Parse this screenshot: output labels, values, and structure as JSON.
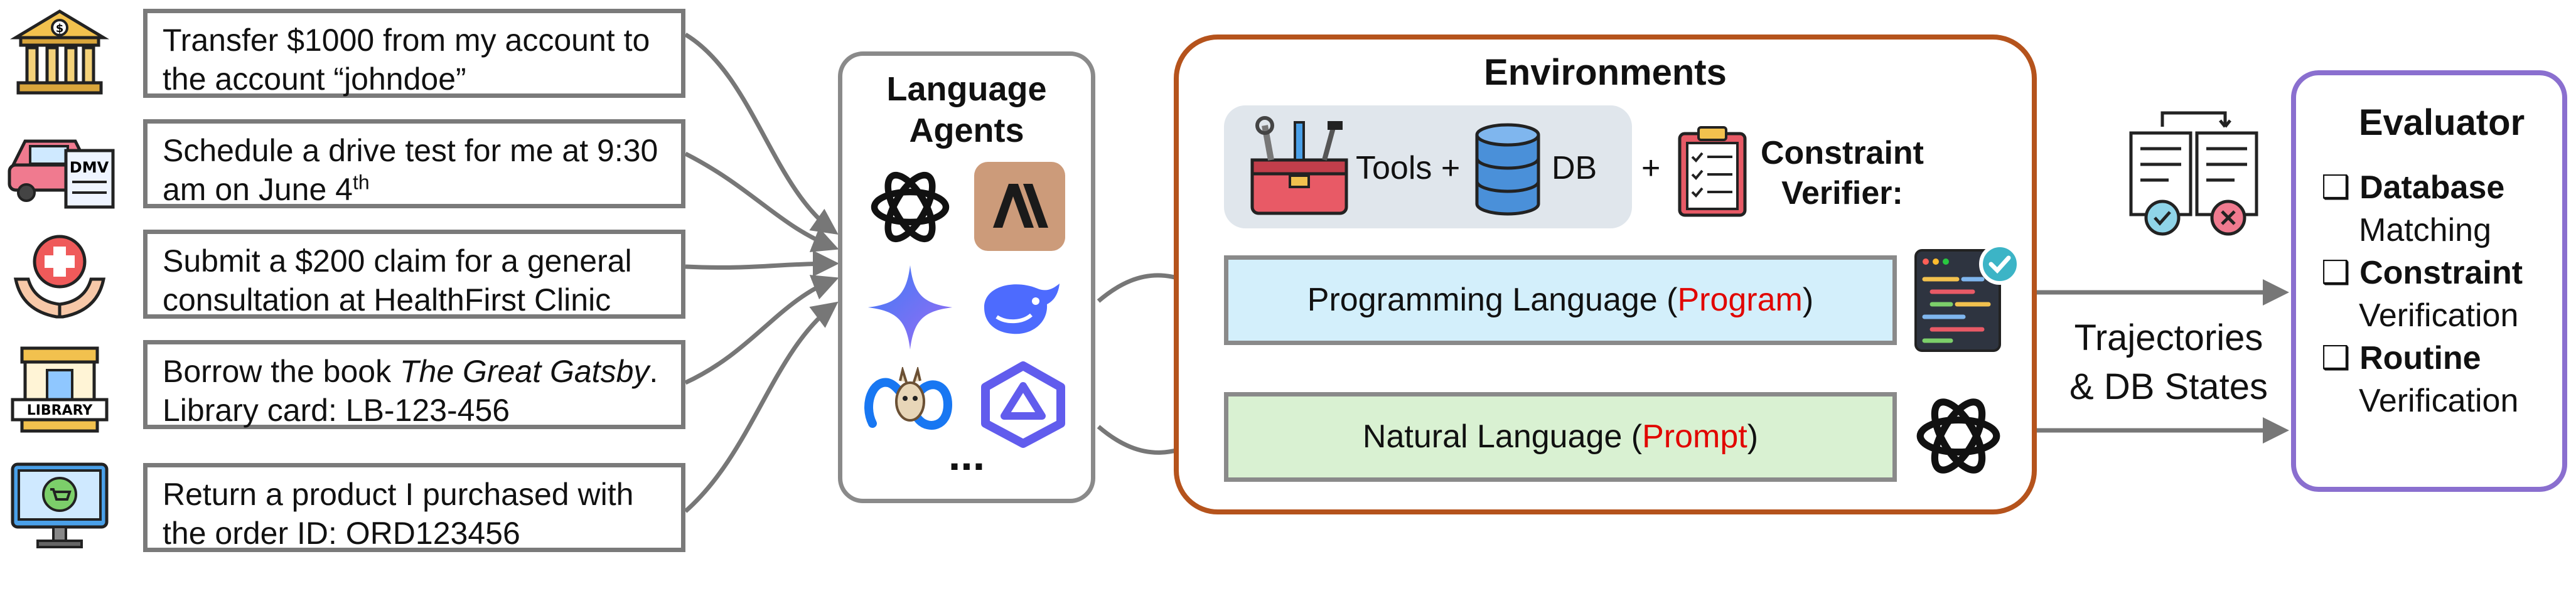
{
  "requests": [
    {
      "id": "bank",
      "icon": "bank-icon",
      "line1": "Transfer $1000 from my account to",
      "line2": "the account “johndoe”"
    },
    {
      "id": "dmv",
      "icon": "car-dmv-icon",
      "line1": "Schedule a drive test for me at 9:30",
      "line2_pre": "am on June 4",
      "line2_sup": "th",
      "icon_text": "DMV"
    },
    {
      "id": "health",
      "icon": "health-care-icon",
      "line1": "Submit a $200 claim for a general",
      "line2": "consultation at HealthFirst Clinic"
    },
    {
      "id": "library",
      "icon": "library-icon",
      "line1_pre": "Borrow the book ",
      "line1_em": "The Great Gatsby",
      "line1_post": ".",
      "line2": "Library card: LB-123-456",
      "icon_text": "LIBRARY"
    },
    {
      "id": "shop",
      "icon": "online-shop-icon",
      "line1": "Return a product I purchased with",
      "line2": "the order ID: ORD123456"
    }
  ],
  "agents": {
    "title_line1": "Language",
    "title_line2": "Agents",
    "logos": [
      "openai-logo-icon",
      "anthropic-logo-icon",
      "gemini-logo-icon",
      "deepseek-logo-icon",
      "meta-llama-logo-icon",
      "qwen-logo-icon"
    ],
    "ellipsis": "..."
  },
  "environments": {
    "title": "Environments",
    "tools_label": "Tools +",
    "db_label": "DB",
    "plus": "+",
    "verifier_line1": "Constraint",
    "verifier_line2": "Verifier:",
    "program_pre": "Programming Language (",
    "program_red": "Program",
    "program_post": ")",
    "prompt_pre": "Natural Language (",
    "prompt_red": "Prompt",
    "prompt_post": ")"
  },
  "trajectories": {
    "line1": "Trajectories",
    "line2": "& DB States"
  },
  "evaluator": {
    "title": "Evaluator",
    "items": [
      {
        "bullet": "❑",
        "bold": "Database",
        "rest": "Matching"
      },
      {
        "bullet": "❑",
        "bold": "Constraint",
        "rest": "Verification"
      },
      {
        "bullet": "❑",
        "bold": "Routine",
        "rest": "Verification"
      }
    ]
  },
  "colors": {
    "env_border": "#b5531c",
    "eval_border": "#8a6fcf",
    "agents_border": "#8a8a8a",
    "program_fill": "#d3effb",
    "prompt_fill": "#d9f1d2",
    "tools_panel": "#e0e6ec",
    "highlight_red": "#e10600",
    "arrow": "#777777"
  }
}
